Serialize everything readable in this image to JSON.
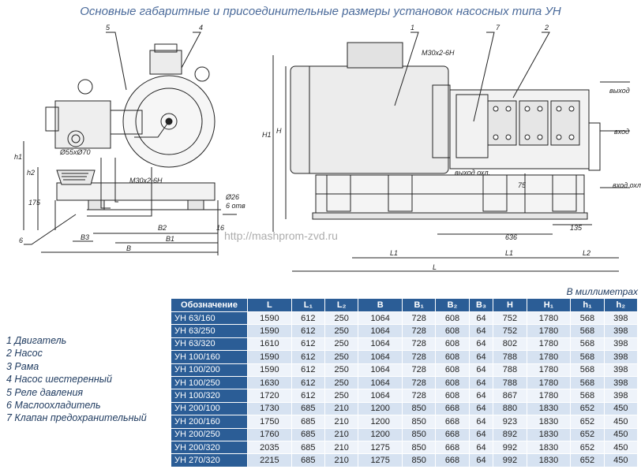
{
  "title": "Основные габаритные и присоединительные размеры установок насосных типа УН",
  "units_note": "В миллиметрах",
  "watermark": "http://mashprom-zvd.ru",
  "legend": [
    "1 Двигатель",
    "2 Насос",
    "3 Рама",
    "4 Насос шестеренный",
    "5 Реле давления",
    "6 Маслоохладитель",
    "7 Клапан предохранительный"
  ],
  "drawing_labels": {
    "callouts": [
      "5",
      "4",
      "1",
      "7",
      "2",
      "6"
    ],
    "thread_left": "M30x2-6H",
    "thread_right": "M30x2-6H",
    "pipe_diam": "Ø55xØ70",
    "hole_diam": "Ø26",
    "holes_count": "6 отв",
    "dim_175": "175",
    "dim_16": "16",
    "dim_75": "75",
    "dim_636": "636",
    "dim_135": "135",
    "outlet": "выход",
    "inlet": "вход",
    "oil_out": "выход охл.",
    "oil_in": "вход охл.",
    "B3": "B3",
    "B2": "B2",
    "B1": "B1",
    "B": "B",
    "h1": "h1",
    "h2": "h2",
    "H1": "H1",
    "H": "H",
    "L1a": "L1",
    "L1b": "L1",
    "L2": "L2",
    "L": "L"
  },
  "table": {
    "headers": [
      "Обозначение",
      "L",
      "L₁",
      "L₂",
      "B",
      "B₁",
      "B₂",
      "B₃",
      "H",
      "H₁",
      "h₁",
      "h₂"
    ],
    "rows": [
      [
        "УН 63/160",
        "1590",
        "612",
        "250",
        "1064",
        "728",
        "608",
        "64",
        "752",
        "1780",
        "568",
        "398"
      ],
      [
        "УН 63/250",
        "1590",
        "612",
        "250",
        "1064",
        "728",
        "608",
        "64",
        "752",
        "1780",
        "568",
        "398"
      ],
      [
        "УН 63/320",
        "1610",
        "612",
        "250",
        "1064",
        "728",
        "608",
        "64",
        "802",
        "1780",
        "568",
        "398"
      ],
      [
        "УН 100/160",
        "1590",
        "612",
        "250",
        "1064",
        "728",
        "608",
        "64",
        "788",
        "1780",
        "568",
        "398"
      ],
      [
        "УН 100/200",
        "1590",
        "612",
        "250",
        "1064",
        "728",
        "608",
        "64",
        "788",
        "1780",
        "568",
        "398"
      ],
      [
        "УН 100/250",
        "1630",
        "612",
        "250",
        "1064",
        "728",
        "608",
        "64",
        "788",
        "1780",
        "568",
        "398"
      ],
      [
        "УН 100/320",
        "1720",
        "612",
        "250",
        "1064",
        "728",
        "608",
        "64",
        "867",
        "1780",
        "568",
        "398"
      ],
      [
        "УН 200/100",
        "1730",
        "685",
        "210",
        "1200",
        "850",
        "668",
        "64",
        "880",
        "1830",
        "652",
        "450"
      ],
      [
        "УН 200/160",
        "1750",
        "685",
        "210",
        "1200",
        "850",
        "668",
        "64",
        "923",
        "1830",
        "652",
        "450"
      ],
      [
        "УН 200/250",
        "1760",
        "685",
        "210",
        "1200",
        "850",
        "668",
        "64",
        "892",
        "1830",
        "652",
        "450"
      ],
      [
        "УН 200/320",
        "2035",
        "685",
        "210",
        "1275",
        "850",
        "668",
        "64",
        "992",
        "1830",
        "652",
        "450"
      ],
      [
        "УН 270/320",
        "2215",
        "685",
        "210",
        "1275",
        "850",
        "668",
        "64",
        "992",
        "1830",
        "652",
        "450"
      ]
    ]
  }
}
